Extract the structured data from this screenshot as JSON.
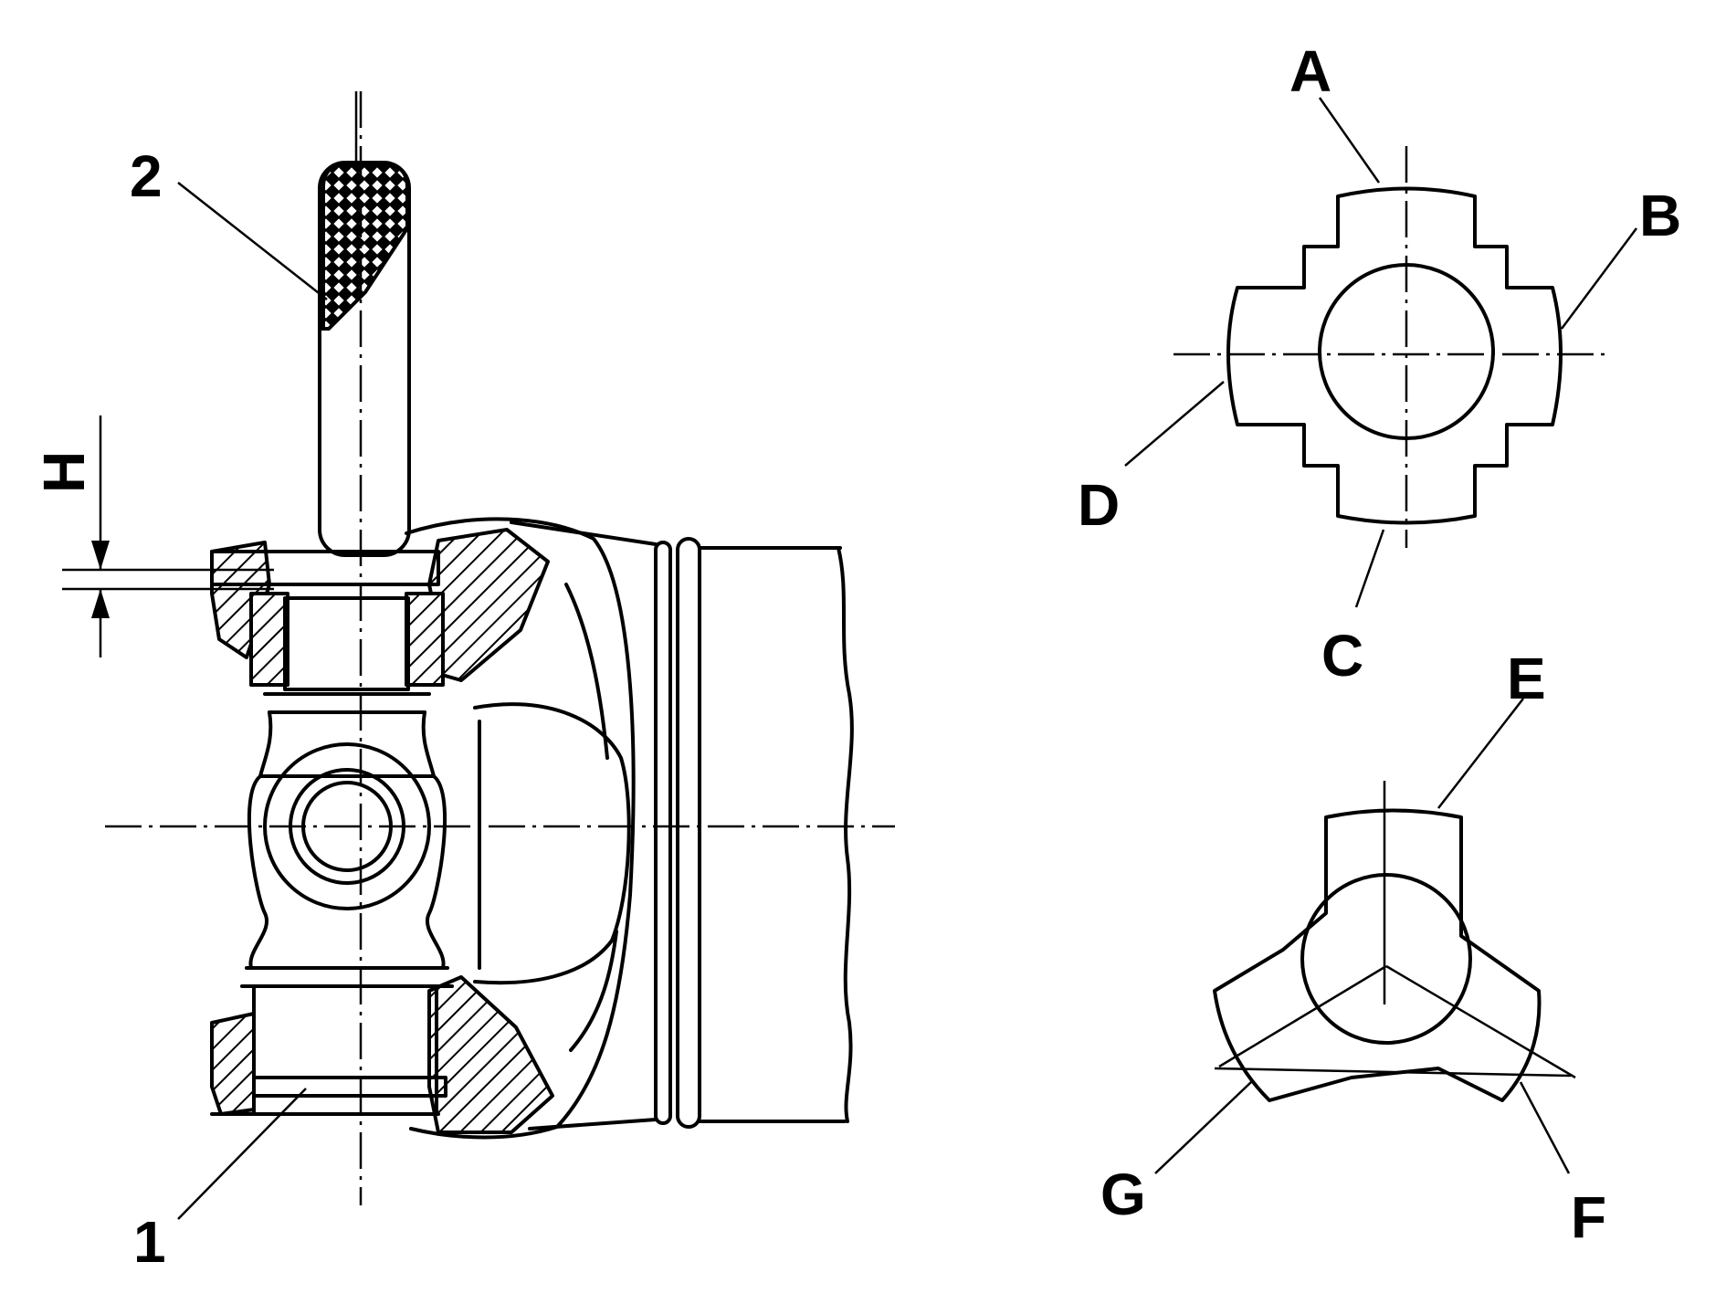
{
  "labels": {
    "part_1": "1",
    "part_2": "2",
    "dim_h": "H",
    "a": "A",
    "b": "B",
    "c": "C",
    "d": "D",
    "e": "E",
    "f": "F",
    "g": "G"
  }
}
